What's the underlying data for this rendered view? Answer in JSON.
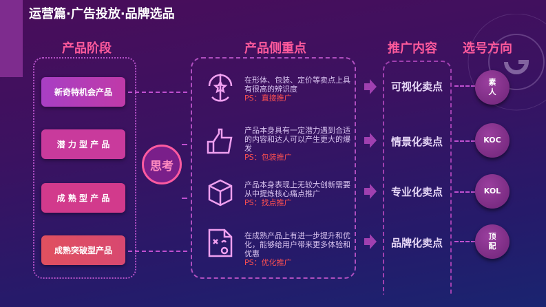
{
  "title": "运营篇·广告投放·品牌选品",
  "headers": {
    "stage": "产品阶段",
    "focus": "产品侧重点",
    "promo": "推广内容",
    "account": "选号方向"
  },
  "think": "思考",
  "stages": [
    {
      "label": "新奇特机会产品",
      "color": "#a83fc4"
    },
    {
      "label": "潜 力 型 产 品",
      "color": "#c93a9c"
    },
    {
      "label": "成 熟 型 产 品",
      "color": "#d23a8c"
    },
    {
      "label": "成熟突破型产品",
      "color": "#e0505f"
    }
  ],
  "focus": [
    {
      "icon": "balance-star-icon",
      "text": "在形体、包装、定价等卖点上具有很高的辨识度",
      "ps": "PS：直接推广"
    },
    {
      "icon": "thumbs-up-icon",
      "text": "产品本身具有一定潜力遇到合适的内容和达人可以产生更大的爆发",
      "ps": "PS：包装推广"
    },
    {
      "icon": "cube-icon",
      "text": "产品本身表现上无较大创新需要从中提炼核心痛点推广",
      "ps": "PS：找点推广"
    },
    {
      "icon": "tactics-document-icon",
      "text": "在成熟产品上有进一步提升和优化，能够给用户带来更多体验和优惠",
      "ps": "PS：优化推广"
    }
  ],
  "promo": [
    "可视化卖点",
    "情景化卖点",
    "专业化卖点",
    "品牌化卖点"
  ],
  "accounts": [
    "素人",
    "KOC",
    "KOL",
    "顶配"
  ]
}
